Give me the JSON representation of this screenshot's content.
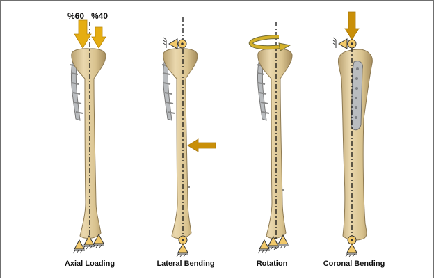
{
  "panels": [
    {
      "label": "Axial Loading"
    },
    {
      "label": "Lateral Bending"
    },
    {
      "label": "Rotation"
    },
    {
      "label": "Coronal Bending"
    }
  ],
  "load_split": {
    "left": "%60",
    "right": "%40"
  },
  "colors": {
    "bone": "#dcc89a",
    "bone_edge": "#8e7a52",
    "arrow": "#d4a00a",
    "arrow_dark": "#b8860b",
    "support": "#f2c96a",
    "plate": "#b9bcbf",
    "axis": "#111111"
  }
}
